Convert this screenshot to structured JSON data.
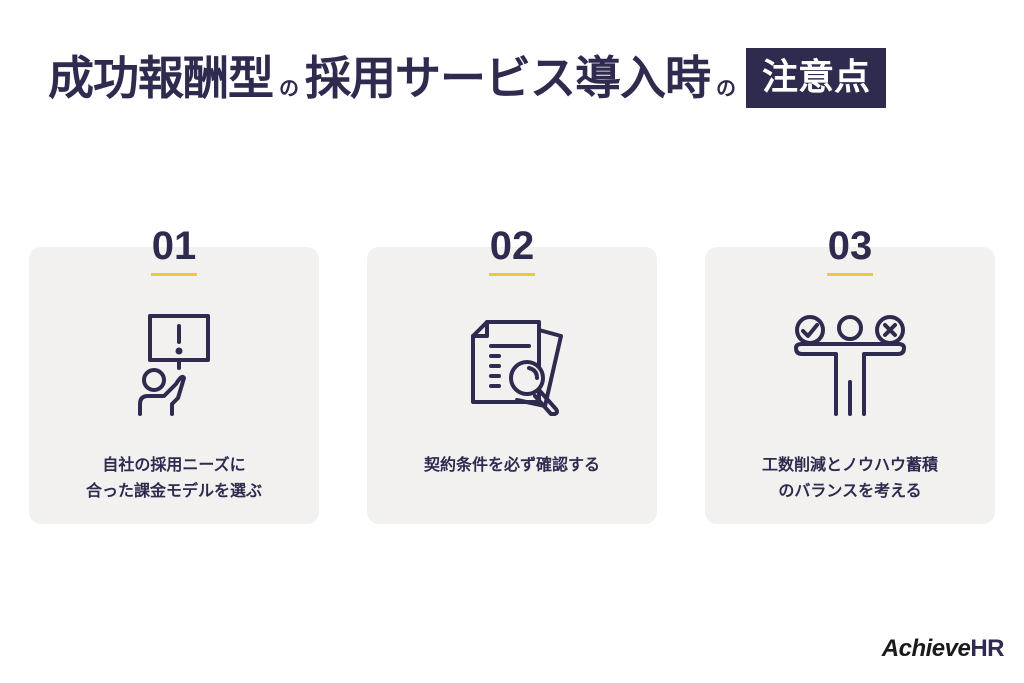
{
  "title": {
    "part1": "成功報酬型",
    "connector1": "の",
    "part2": "採用サービス導入時",
    "connector2": "の",
    "highlight": "注意点"
  },
  "cards": [
    {
      "number": "01",
      "icon": "person-holding-warning-sign-icon",
      "label_line1": "自社の採用ニーズに",
      "label_line2": "合った課金モデルを選ぶ"
    },
    {
      "number": "02",
      "icon": "document-magnifier-icon",
      "label_line1": "契約条件を必ず確認する",
      "label_line2": ""
    },
    {
      "number": "03",
      "icon": "person-balancing-check-cross-icon",
      "label_line1": "工数削減とノウハウ蓄積",
      "label_line2": "のバランスを考える"
    }
  ],
  "logo": {
    "part1": "Achieve",
    "part2": "HR"
  },
  "colors": {
    "primary": "#2e2b4f",
    "accent": "#f0c93a",
    "card_bg": "#f2f1f0"
  }
}
